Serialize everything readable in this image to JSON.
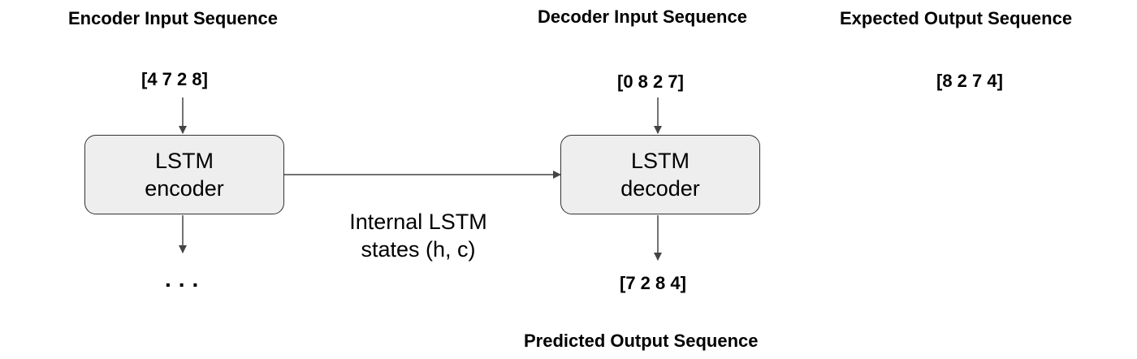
{
  "headings": {
    "encoder_input": "Encoder Input Sequence",
    "decoder_input": "Decoder Input Sequence",
    "expected_output": "Expected Output Sequence",
    "predicted_output": "Predicted Output Sequence"
  },
  "sequences": {
    "encoder_input": "[4 7 2 8]",
    "decoder_input": "[0 8 2 7]",
    "expected_output": "[8 2 7 4]",
    "predicted_output": "[7 2 8 4]"
  },
  "encoder_box": {
    "line1": "LSTM",
    "line2": "encoder"
  },
  "decoder_box": {
    "line1": "LSTM",
    "line2": "decoder"
  },
  "states_label": {
    "line1": "Internal LSTM",
    "line2": "states (h, c)"
  },
  "ellipsis": "..."
}
